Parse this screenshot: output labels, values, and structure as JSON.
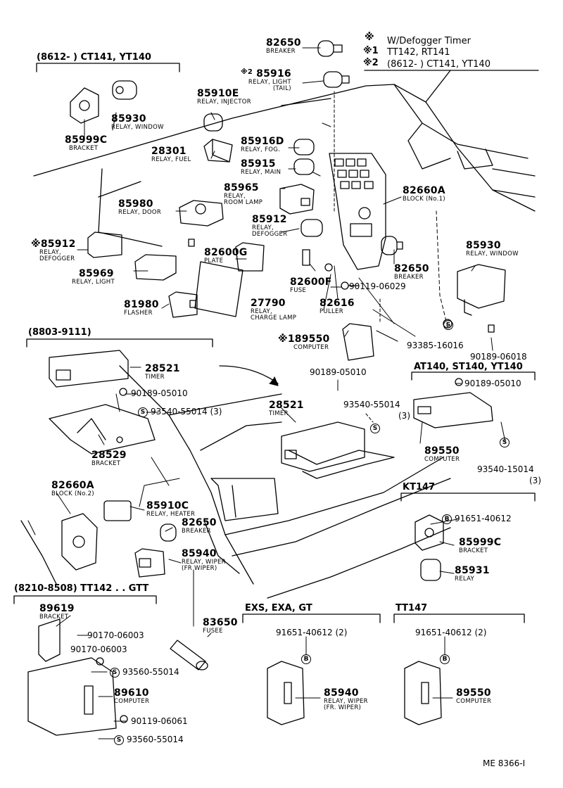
{
  "notes": {
    "star": "※",
    "n0": "W/Defogger Timer",
    "n1_mark": "※1",
    "n1": "TT142, RT141",
    "n2_mark": "※2",
    "n2": "(8612-        ) CT141, YT140"
  },
  "groups": {
    "g_top_left": "(8612-        ) CT141, YT140",
    "g_8803": "(8803-9111)",
    "g_at140": "AT140, ST140, YT140",
    "g_kt147": "KT147",
    "g_8210": "(8210-8508) TT142 . . GTT",
    "g_exs": "EXS, EXA, GT",
    "g_tt147": "TT147"
  },
  "parts": [
    {
      "id": "p82650a",
      "num": "82650",
      "desc": "BREAKER"
    },
    {
      "id": "p85916",
      "num": "85916",
      "mark": "※2",
      "desc": "RELAY, LIGHT\n(TAIL)"
    },
    {
      "id": "p85910e",
      "num": "85910E",
      "desc": "RELAY, INJECTOR"
    },
    {
      "id": "p85930a",
      "num": "85930",
      "desc": "RELAY, WINDOW"
    },
    {
      "id": "p85999ca",
      "num": "85999C",
      "desc": "BRACKET"
    },
    {
      "id": "p28301",
      "num": "28301",
      "desc": "RELAY, FUEL"
    },
    {
      "id": "p85916d",
      "num": "85916D",
      "desc": "RELAY, FOG."
    },
    {
      "id": "p85915",
      "num": "85915",
      "desc": "RELAY, MAIN"
    },
    {
      "id": "p85965",
      "num": "85965",
      "desc": "RELAY,\nROOM LAMP"
    },
    {
      "id": "p82660a1",
      "num": "82660A",
      "desc": "BLOCK (No.1)"
    },
    {
      "id": "p85980",
      "num": "85980",
      "desc": "RELAY, DOOR"
    },
    {
      "id": "p85912a",
      "num": "85912",
      "desc": "RELAY,\nDEFOGGER"
    },
    {
      "id": "p85912b",
      "num": "85912",
      "mark": "※",
      "desc": "RELAY,\nDEFOGGER"
    },
    {
      "id": "p82600g",
      "num": "82600G",
      "desc": "PLATE"
    },
    {
      "id": "p85969",
      "num": "85969",
      "desc": "RELAY, LIGHT"
    },
    {
      "id": "p82650b",
      "num": "82650",
      "desc": "BREAKER"
    },
    {
      "id": "p85930b",
      "num": "85930",
      "desc": "RELAY, WINDOW"
    },
    {
      "id": "p82600f",
      "num": "82600F",
      "desc": "FUSE"
    },
    {
      "id": "p81980",
      "num": "81980",
      "desc": "FLASHER"
    },
    {
      "id": "p27790",
      "num": "27790",
      "desc": "RELAY,\nCHARGE LAMP"
    },
    {
      "id": "p82616",
      "num": "82616",
      "desc": "PULLER"
    },
    {
      "id": "p189550",
      "num": "189550",
      "mark": "※",
      "desc": "COMPUTER"
    },
    {
      "id": "p28521a",
      "num": "28521",
      "desc": "TIMER"
    },
    {
      "id": "p28529",
      "num": "28529",
      "desc": "BRACKET"
    },
    {
      "id": "p28521b",
      "num": "28521",
      "desc": "TIMER"
    },
    {
      "id": "p89550a",
      "num": "89550",
      "desc": "COMPUTER"
    },
    {
      "id": "p82660a2",
      "num": "82660A",
      "desc": "BLOCK (No.2)"
    },
    {
      "id": "p85910c",
      "num": "85910C",
      "desc": "RELAY, HEATER"
    },
    {
      "id": "p82650c",
      "num": "82650",
      "desc": "BREAKER"
    },
    {
      "id": "p85940a",
      "num": "85940",
      "desc": "RELAY, WIPER\n(FR WIPER)"
    },
    {
      "id": "p85999cb",
      "num": "85999C",
      "desc": "BRACKET"
    },
    {
      "id": "p85931",
      "num": "85931",
      "desc": "RELAY"
    },
    {
      "id": "p89619",
      "num": "89619",
      "desc": "BRACKET"
    },
    {
      "id": "p83650",
      "num": "83650",
      "desc": "FUSEE"
    },
    {
      "id": "p89610",
      "num": "89610",
      "desc": "COMPUTER"
    },
    {
      "id": "p85940b",
      "num": "85940",
      "desc": "RELAY, WIPER\n(FR. WIPER)"
    },
    {
      "id": "p89550b",
      "num": "89550",
      "desc": "COMPUTER"
    }
  ],
  "codes": {
    "c1": "90119-06029",
    "c2": "93385-16016",
    "c3": "90189-06018",
    "c4": "90189-05010",
    "c5": "93540-55014  (3)",
    "c6": "90189-05010",
    "c7": "93540-55014",
    "c7b": "(3)",
    "c8": "90189-05010",
    "c9": "93540-15014",
    "c9b": "(3)",
    "c10": "91651-40612",
    "c11": "90170-06003",
    "c12": "90170-06003",
    "c13": "93560-55014",
    "c14": "90119-06061",
    "c15": "93560-55014",
    "c16": "91651-40612 (2)",
    "c17": "91651-40612 (2)"
  },
  "markers": {
    "S": "S",
    "B": "B"
  },
  "ref": "ME 8366-I"
}
